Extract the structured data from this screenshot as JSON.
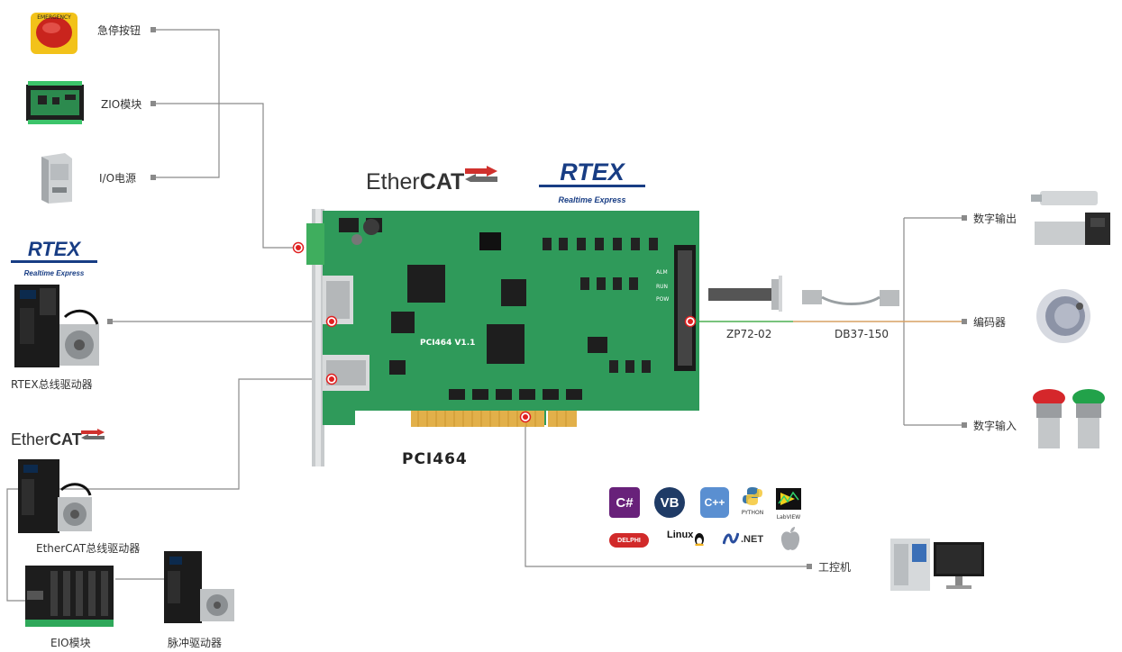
{
  "labels": {
    "estop": "急停按钮",
    "zio": "ZIO模块",
    "io_power": "I/O电源",
    "rtex_driver": "RTEX总线驱动器",
    "ethercat_driver": "EtherCAT总线驱动器",
    "eio": "EIO模块",
    "pulse_driver": "脉冲驱动器",
    "digital_out": "数字输出",
    "encoder": "编码器",
    "digital_in": "数字输入",
    "ipc": "工控机",
    "cable1": "ZP72-02",
    "cable2": "DB37-150",
    "card_name": "PCI464",
    "card_silk": "PCI464 V1.1",
    "silk_alm": "ALM",
    "silk_run": "RUN",
    "silk_pow": "POW",
    "estop_text": "EMERGENCY"
  },
  "logos": {
    "ethercat_plain": "Ether",
    "ethercat_bold": "CAT",
    "rtex_main": "RTEX",
    "rtex_sub": "Realtime Express"
  },
  "languages": {
    "csharp": "C#",
    "vb": "VB",
    "cpp": "C++",
    "python": "PYTHON",
    "labview": "LabVIEW",
    "delphi": "DELPHI",
    "linux": "Linux",
    "dotnet": ".NET"
  },
  "colors": {
    "pcb": "#2f9a5a",
    "gold": "#e2b04a",
    "rtex_blue": "#183d84",
    "ethercat_red": "#d0312d",
    "connector_red": "#e02020",
    "line_gray": "#888888"
  }
}
